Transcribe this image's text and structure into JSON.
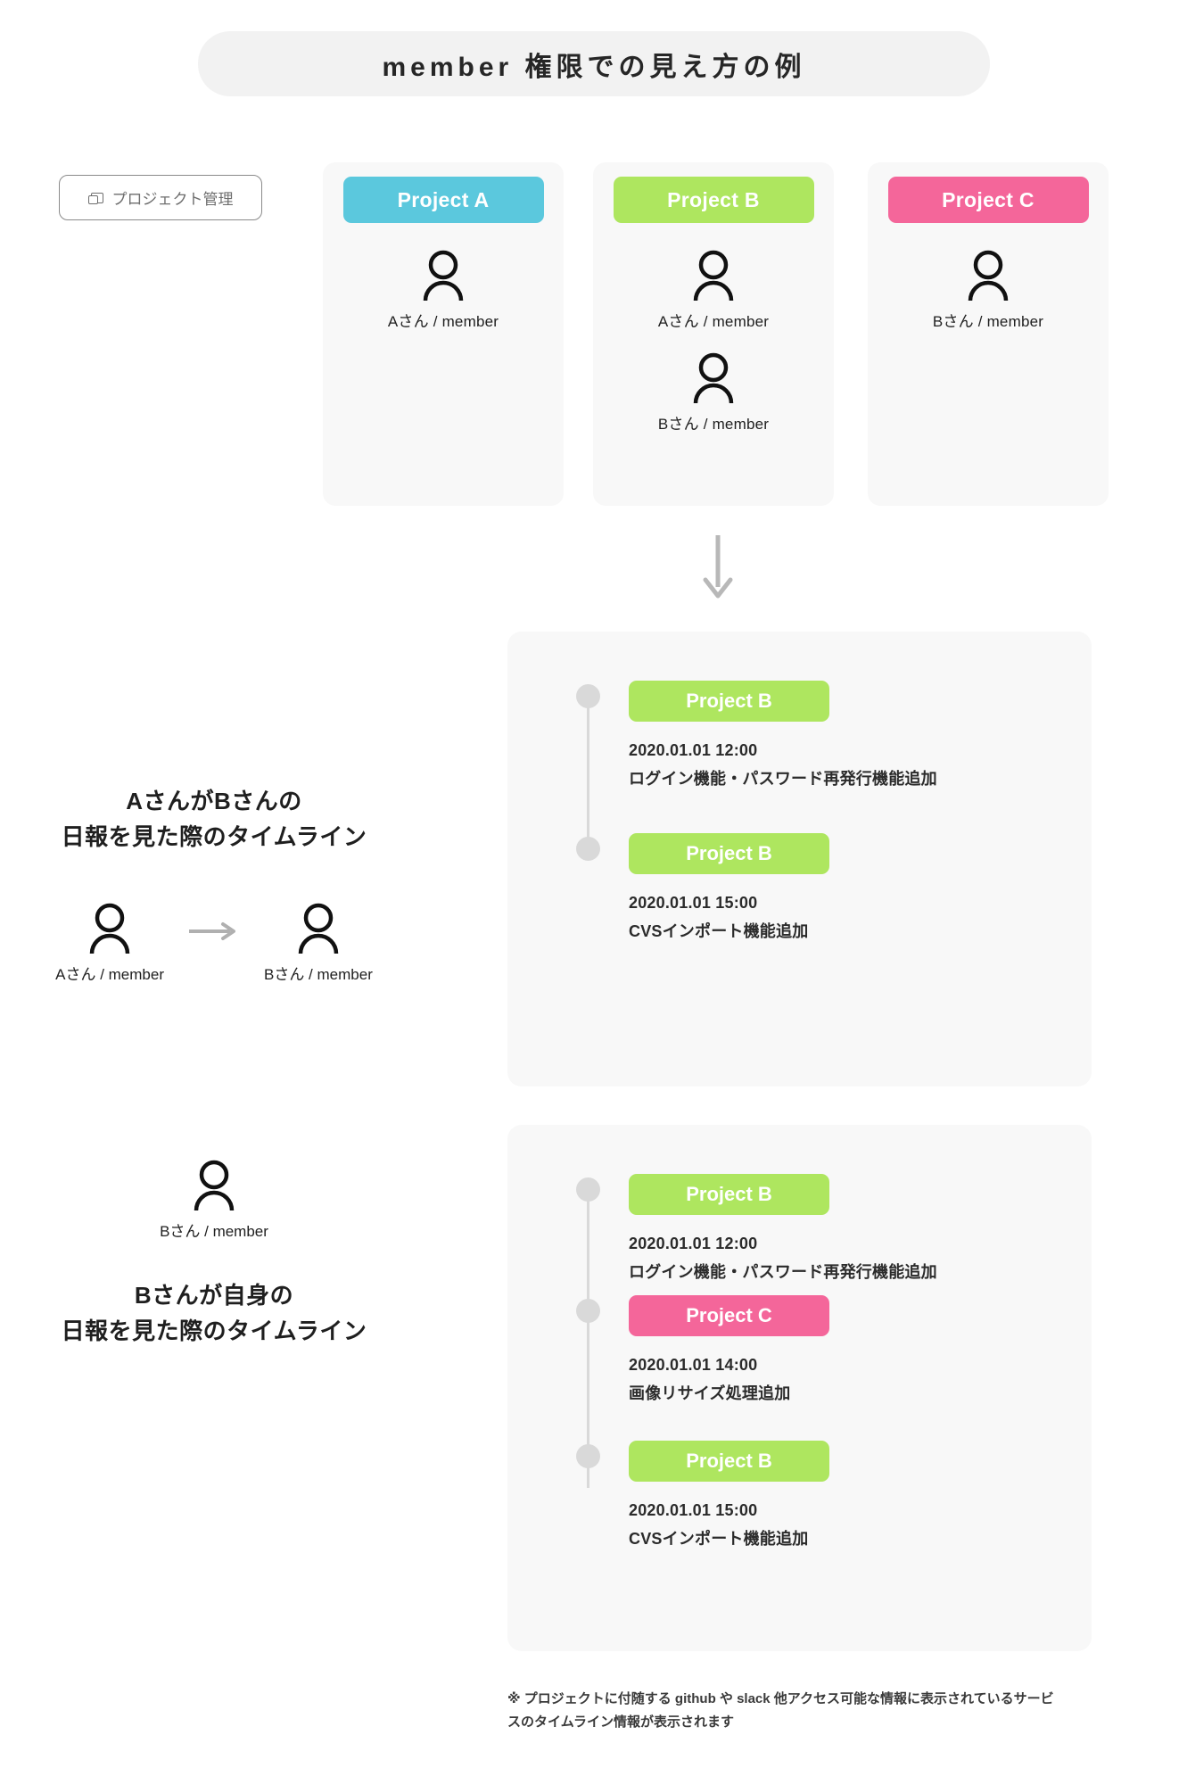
{
  "header": {
    "title": "member 権限での見え方の例"
  },
  "sidebar": {
    "project_management_label": "プロジェクト管理",
    "icon": "folder-copy-icon"
  },
  "colors": {
    "project_a": "#5bc8dd",
    "project_b": "#aee65f",
    "project_c": "#f4669a",
    "panel_bg": "#f8f8f8",
    "timeline_line": "#d9d9d9"
  },
  "project_cards": [
    {
      "name": "Project A",
      "color_key": "blue",
      "members": [
        {
          "label": "Aさん / member"
        }
      ]
    },
    {
      "name": "Project B",
      "color_key": "green",
      "members": [
        {
          "label": "Aさん / member"
        },
        {
          "label": "Bさん / member"
        }
      ]
    },
    {
      "name": "Project C",
      "color_key": "pink",
      "members": [
        {
          "label": "Bさん / member"
        }
      ]
    }
  ],
  "flow_arrow": "down-arrow-icon",
  "sections": [
    {
      "caption_line1": "AさんがBさんの",
      "caption_line2": "日報を見た際のタイムライン",
      "viewer": {
        "label": "Aさん / member"
      },
      "target": {
        "label": "Bさん / member"
      },
      "relation_icon": "arrow-right-icon",
      "timeline": [
        {
          "project": "Project B",
          "color_key": "green",
          "time": "2020.01.01 12:00",
          "description": "ログイン機能・パスワード再発行機能追加"
        },
        {
          "project": "Project B",
          "color_key": "green",
          "time": "2020.01.01 15:00",
          "description": "CVSインポート機能追加"
        }
      ]
    },
    {
      "caption_line1": "Bさんが自身の",
      "caption_line2": "日報を見た際のタイムライン",
      "viewer": {
        "label": "Bさん / member"
      },
      "timeline": [
        {
          "project": "Project B",
          "color_key": "green",
          "time": "2020.01.01 12:00",
          "description": "ログイン機能・パスワード再発行機能追加"
        },
        {
          "project": "Project C",
          "color_key": "pink",
          "time": "2020.01.01 14:00",
          "description": "画像リサイズ処理追加"
        },
        {
          "project": "Project B",
          "color_key": "green",
          "time": "2020.01.01 15:00",
          "description": "CVSインポート機能追加"
        }
      ]
    }
  ],
  "footnote": {
    "line1": "※ プロジェクトに付随する github や slack 他アクセス可能な情報に表示されているサービ",
    "line2": "スのタイムライン情報が表示されます"
  }
}
